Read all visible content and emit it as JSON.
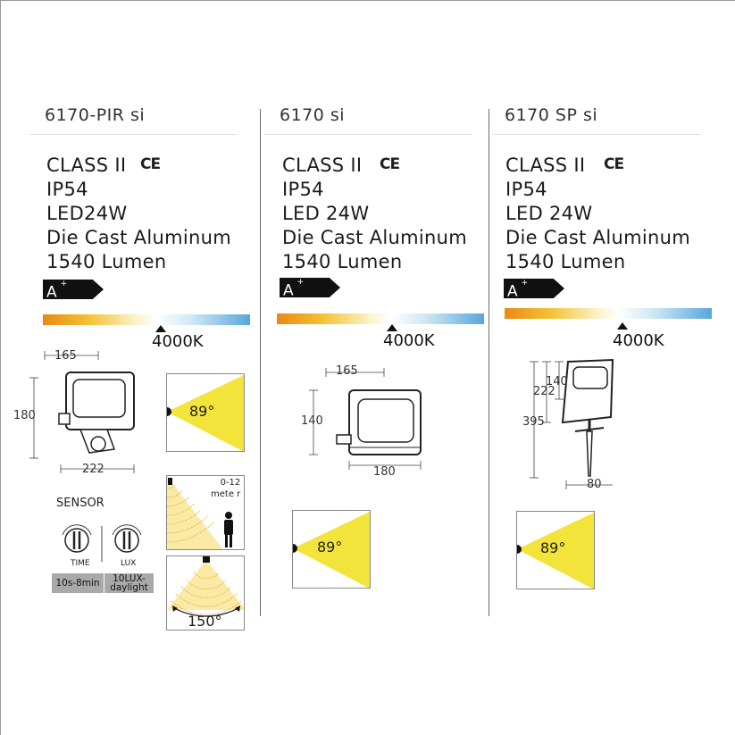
{
  "columns": [
    {
      "model": "6170-PIR si",
      "specs": [
        "CLASS II",
        "IP54",
        "LED24W",
        "Die Cast Aluminum",
        "1540 Lumen"
      ],
      "ce": "CE",
      "energy_class": "A",
      "energy_sup": "+",
      "color_temp": "4000K",
      "dims": {
        "width_top": "165",
        "height": "180",
        "width_bottom": "222"
      },
      "beam_angle": "89°"
    },
    {
      "model": "6170 si",
      "specs": [
        "CLASS II",
        "IP54",
        "LED 24W",
        "Die Cast Aluminum",
        "1540 Lumen"
      ],
      "ce": "CE",
      "energy_class": "A",
      "energy_sup": "+",
      "color_temp": "4000K",
      "dims": {
        "width_top": "165",
        "height": "140",
        "width_bottom": "180"
      },
      "beam_angle": "89°"
    },
    {
      "model": "6170 SP si",
      "specs": [
        "CLASS II",
        "IP54",
        "LED 24W",
        "Die Cast Aluminum",
        "1540 Lumen"
      ],
      "ce": "CE",
      "energy_class": "A",
      "energy_sup": "+",
      "color_temp": "4000K",
      "dims": {
        "h1": "140",
        "h2": "222",
        "h3": "395",
        "width_bottom": "80"
      },
      "beam_angle": "89°"
    }
  ],
  "sensor": {
    "title": "SENSOR",
    "knob_time": "TIME",
    "knob_lux": "LUX",
    "time_range": "10s-8min",
    "lux_range_line1": "10LUX-",
    "lux_range_line2": "daylight",
    "distance_line1": "0-12",
    "distance_line2": "mete r",
    "detection_angle": "150°"
  },
  "colors": {
    "beam": "#f2e43a",
    "beam_bg": "#fbe9a6",
    "dark": "#1a1a1a"
  }
}
